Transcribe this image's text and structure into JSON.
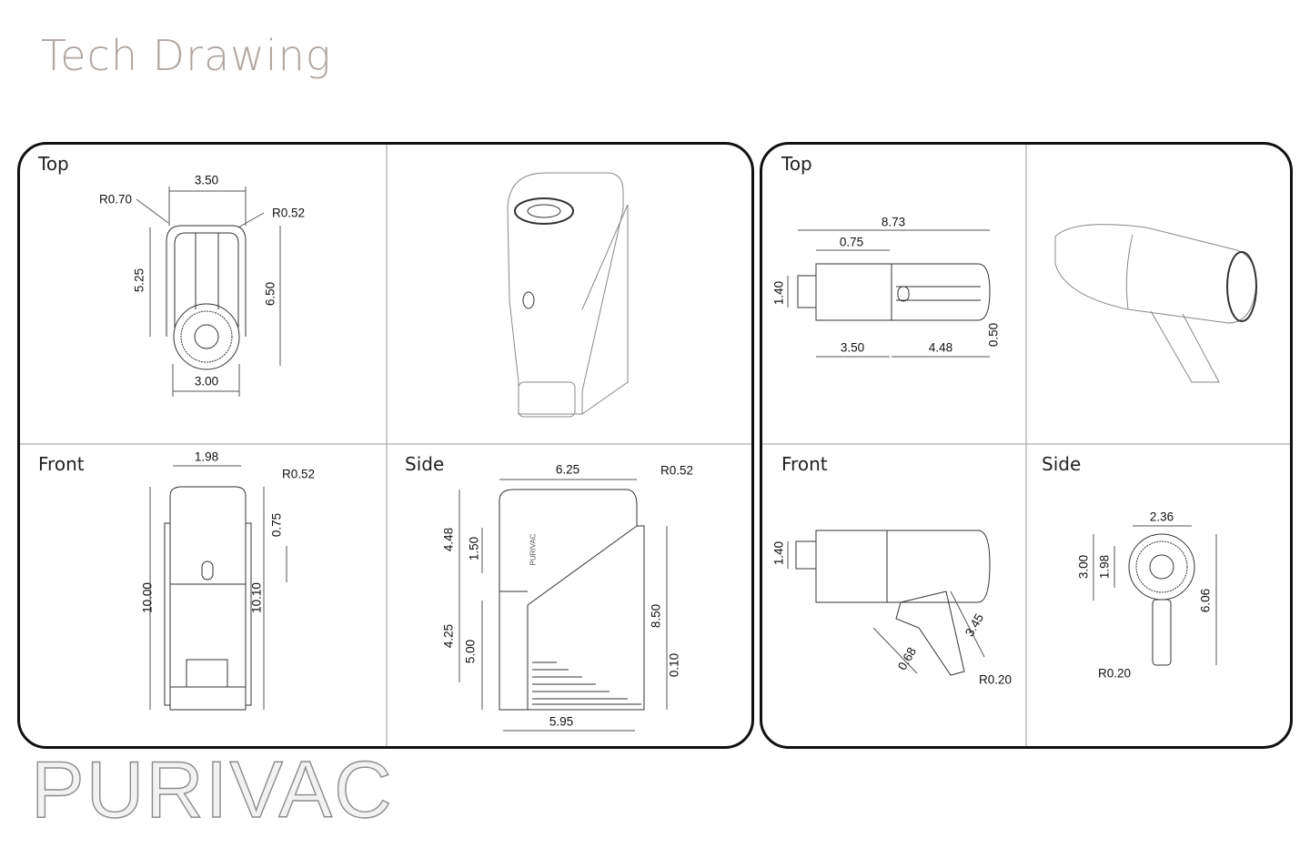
{
  "title": "Tech Drawing",
  "brand": "PURIVAC",
  "left_panel": {
    "top": {
      "label": "Top",
      "dims": [
        "3.50",
        "R0.70",
        "R0.52",
        "5.25",
        "6.50",
        "3.00"
      ]
    },
    "front": {
      "label": "Front",
      "dims": [
        "1.98",
        "R0.52",
        "0.75",
        "10.00",
        "10.10"
      ]
    },
    "side": {
      "label": "Side",
      "dims": [
        "6.25",
        "R0.52",
        "4.48",
        "1.50",
        "4.25",
        "5.00",
        "8.50",
        "0.10",
        "5.95"
      ],
      "product_text": "PURIVAC"
    }
  },
  "right_panel": {
    "top": {
      "label": "Top",
      "dims": [
        "8.73",
        "0.75",
        "1.40",
        "3.50",
        "4.48",
        "0.50"
      ]
    },
    "front": {
      "label": "Front",
      "dims": [
        "1.40",
        "3.45",
        "0.68",
        "R0.20"
      ]
    },
    "side": {
      "label": "Side",
      "dims": [
        "2.36",
        "3.00",
        "1.98",
        "6.06",
        "R0.20"
      ]
    }
  }
}
